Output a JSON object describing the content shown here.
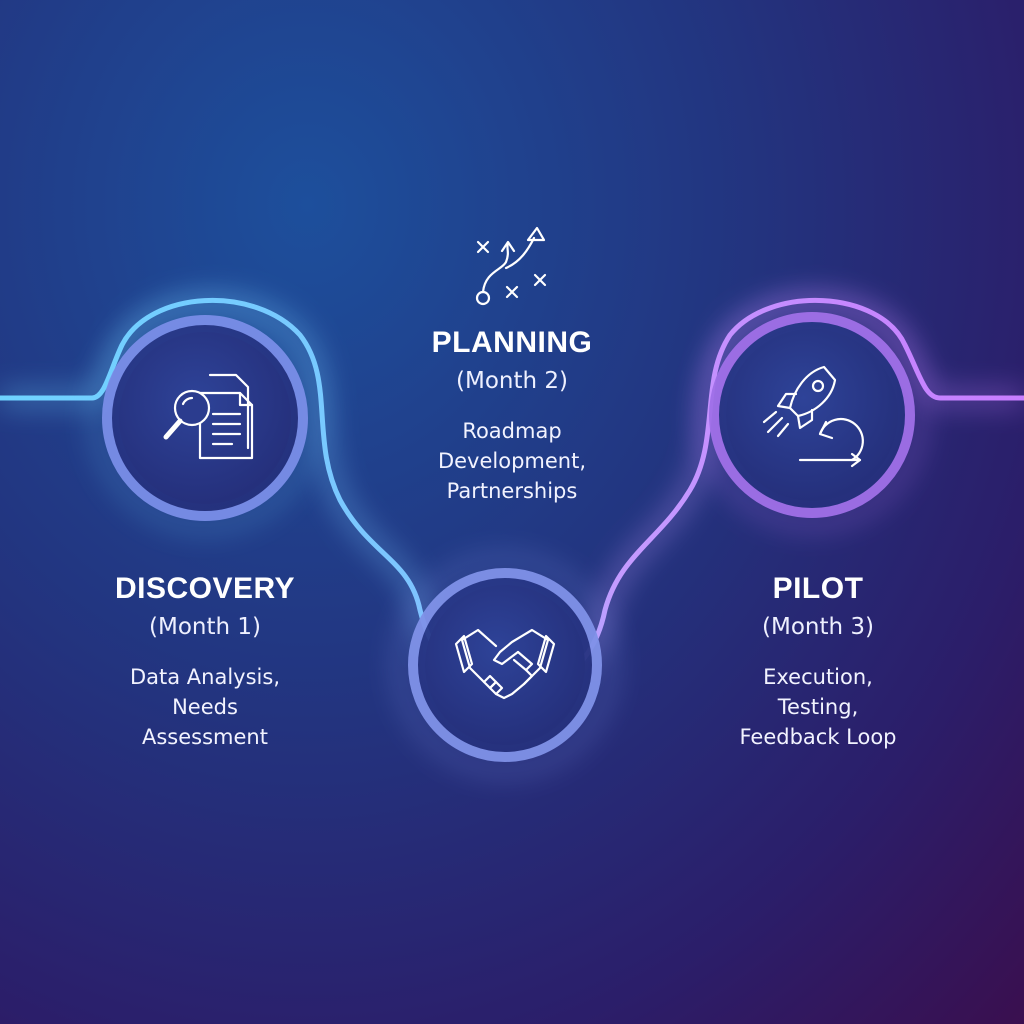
{
  "stages": [
    {
      "title": "DISCOVERY",
      "month": "(Month 1)",
      "desc_lines": [
        "Data Analysis,",
        "Needs",
        "Assessment"
      ],
      "icon": "magnifier-document-icon"
    },
    {
      "title": "PLANNING",
      "month": "(Month 2)",
      "desc_lines": [
        "Roadmap",
        "Development,",
        "Partnerships"
      ],
      "icon": "strategy-plan-icon"
    },
    {
      "title": "PILOT",
      "month": "(Month 3)",
      "desc_lines": [
        "Execution,",
        "Testing,",
        "Feedback Loop"
      ],
      "icon": "rocket-cycle-icon"
    }
  ],
  "center_icon": "handshake-icon",
  "colors": {
    "background_top": "#1d4f9c",
    "background_bottom": "#3a0f4f",
    "line_blue": "#6fd3ff",
    "line_purple": "#c77dff",
    "node_fill": "#2a3a8a"
  }
}
